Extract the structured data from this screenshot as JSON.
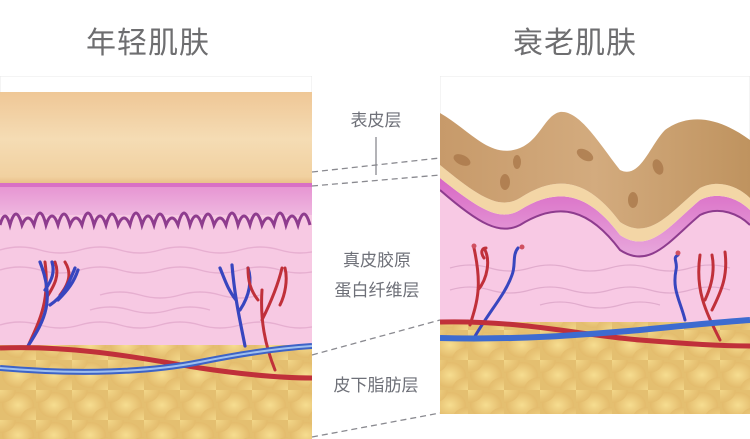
{
  "titles": {
    "young": "年轻肌肤",
    "aged": "衰老肌肤"
  },
  "labels": {
    "epidermis": "表皮层",
    "dermis_line1": "真皮胶原",
    "dermis_line2": "蛋白纤维层",
    "subcutaneous": "皮下脂肪层"
  },
  "colors": {
    "epidermis_young": "#f3d3a4",
    "epidermis_aged": "#c9a072",
    "basal_layer": "#d77fc6",
    "dermis": "#f7c8e2",
    "fat": "#e9c476",
    "artery": "#c0303a",
    "vein": "#3a4fc0",
    "text": "#6e7078"
  }
}
